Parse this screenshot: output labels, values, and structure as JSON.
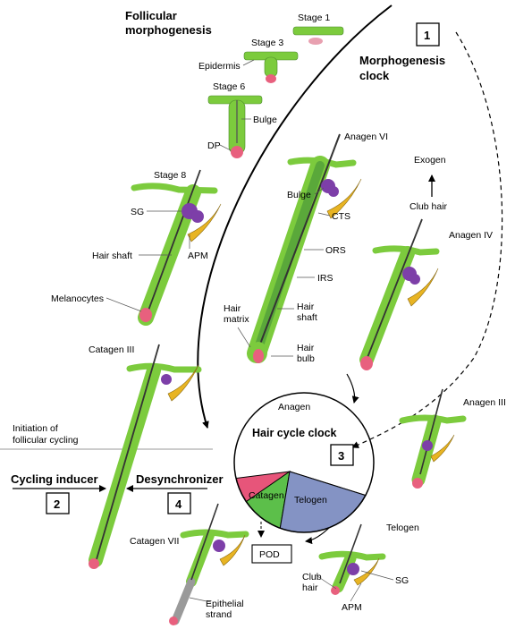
{
  "title": {
    "line1": "Follicular",
    "line2": "morphogenesis"
  },
  "morpho_clock": {
    "line1": "Morphogenesis",
    "line2": "clock",
    "box": "1"
  },
  "stages": {
    "s1": "Stage 1",
    "s3": "Stage 3",
    "epidermis": "Epidermis",
    "s6": "Stage 6",
    "bulge": "Bulge",
    "dp": "DP",
    "s8": "Stage 8",
    "sg": "SG",
    "apm": "APM",
    "hair_shaft": "Hair shaft",
    "melanocytes": "Melanocytes"
  },
  "anagen6": {
    "label": "Anagen VI",
    "bulge": "Bulge",
    "cts": "CTS",
    "ors": "ORS",
    "irs": "IRS",
    "matrix1": "Hair",
    "matrix2": "matrix",
    "shaft1": "Hair",
    "shaft2": "shaft",
    "bulb1": "Hair",
    "bulb2": "bulb"
  },
  "right": {
    "exogen": "Exogen",
    "club_hair": "Club hair",
    "anagen4": "Anagen IV",
    "anagen3": "Anagen III",
    "telogen": "Telogen",
    "club1": "Club",
    "club2": "hair",
    "sg": "SG",
    "apm": "APM"
  },
  "left": {
    "catagen3": "Catagen III",
    "init1": "Initiation of",
    "init2": "follicular cycling",
    "cycling_inducer": "Cycling inducer",
    "box2": "2",
    "desynchronizer": "Desynchronizer",
    "box4": "4",
    "catagen7": "Catagen VII",
    "epi1": "Epithelial",
    "epi2": "strand"
  },
  "cycle_clock": {
    "title": "Hair cycle clock",
    "anagen": "Anagen",
    "catagen": "Catagen",
    "telogen": "Telogen",
    "box3": "3",
    "pod": "POD",
    "colors": {
      "anagen": "#e7557a",
      "catagen": "#5cbf4a",
      "telogen": "#8493c4"
    }
  },
  "colors": {
    "follicle": "#7ccb3d",
    "sebaceous": "#7d3fa8",
    "muscle": "#e8b423",
    "papilla": "#e8607e"
  }
}
